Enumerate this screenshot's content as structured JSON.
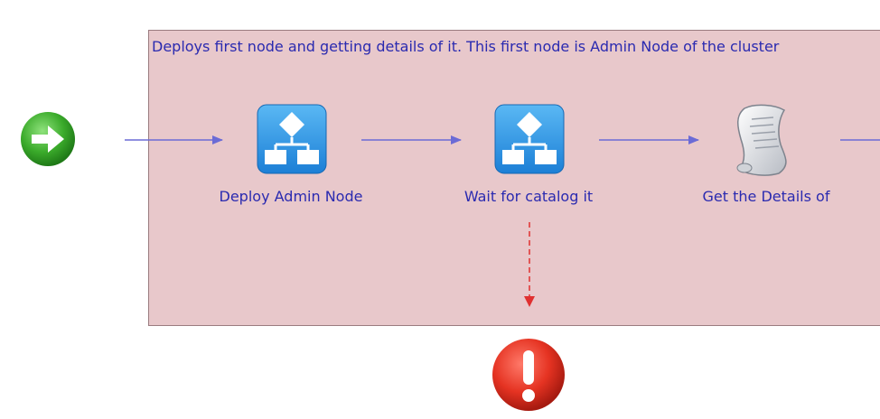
{
  "group": {
    "comment": "Deploys first node and getting details of it. This first node is Admin Node of the cluster",
    "fill_color": "#e8c8cb"
  },
  "nodes": [
    {
      "id": "start",
      "icon": "start-arrow-icon",
      "color": "#3bab2b"
    },
    {
      "id": "deploy-admin-node",
      "label": "Deploy Admin Node",
      "icon": "workflow-icon"
    },
    {
      "id": "wait-for-catalog",
      "label": "Wait for catalog it",
      "icon": "workflow-icon"
    },
    {
      "id": "get-details",
      "label": "Get the Details of",
      "icon": "scriptable-task-icon"
    },
    {
      "id": "error",
      "icon": "exception-icon",
      "color": "#d92b1f"
    }
  ],
  "edges": {
    "normal_color": "#6b6bd6",
    "error_color": "#e03030"
  }
}
